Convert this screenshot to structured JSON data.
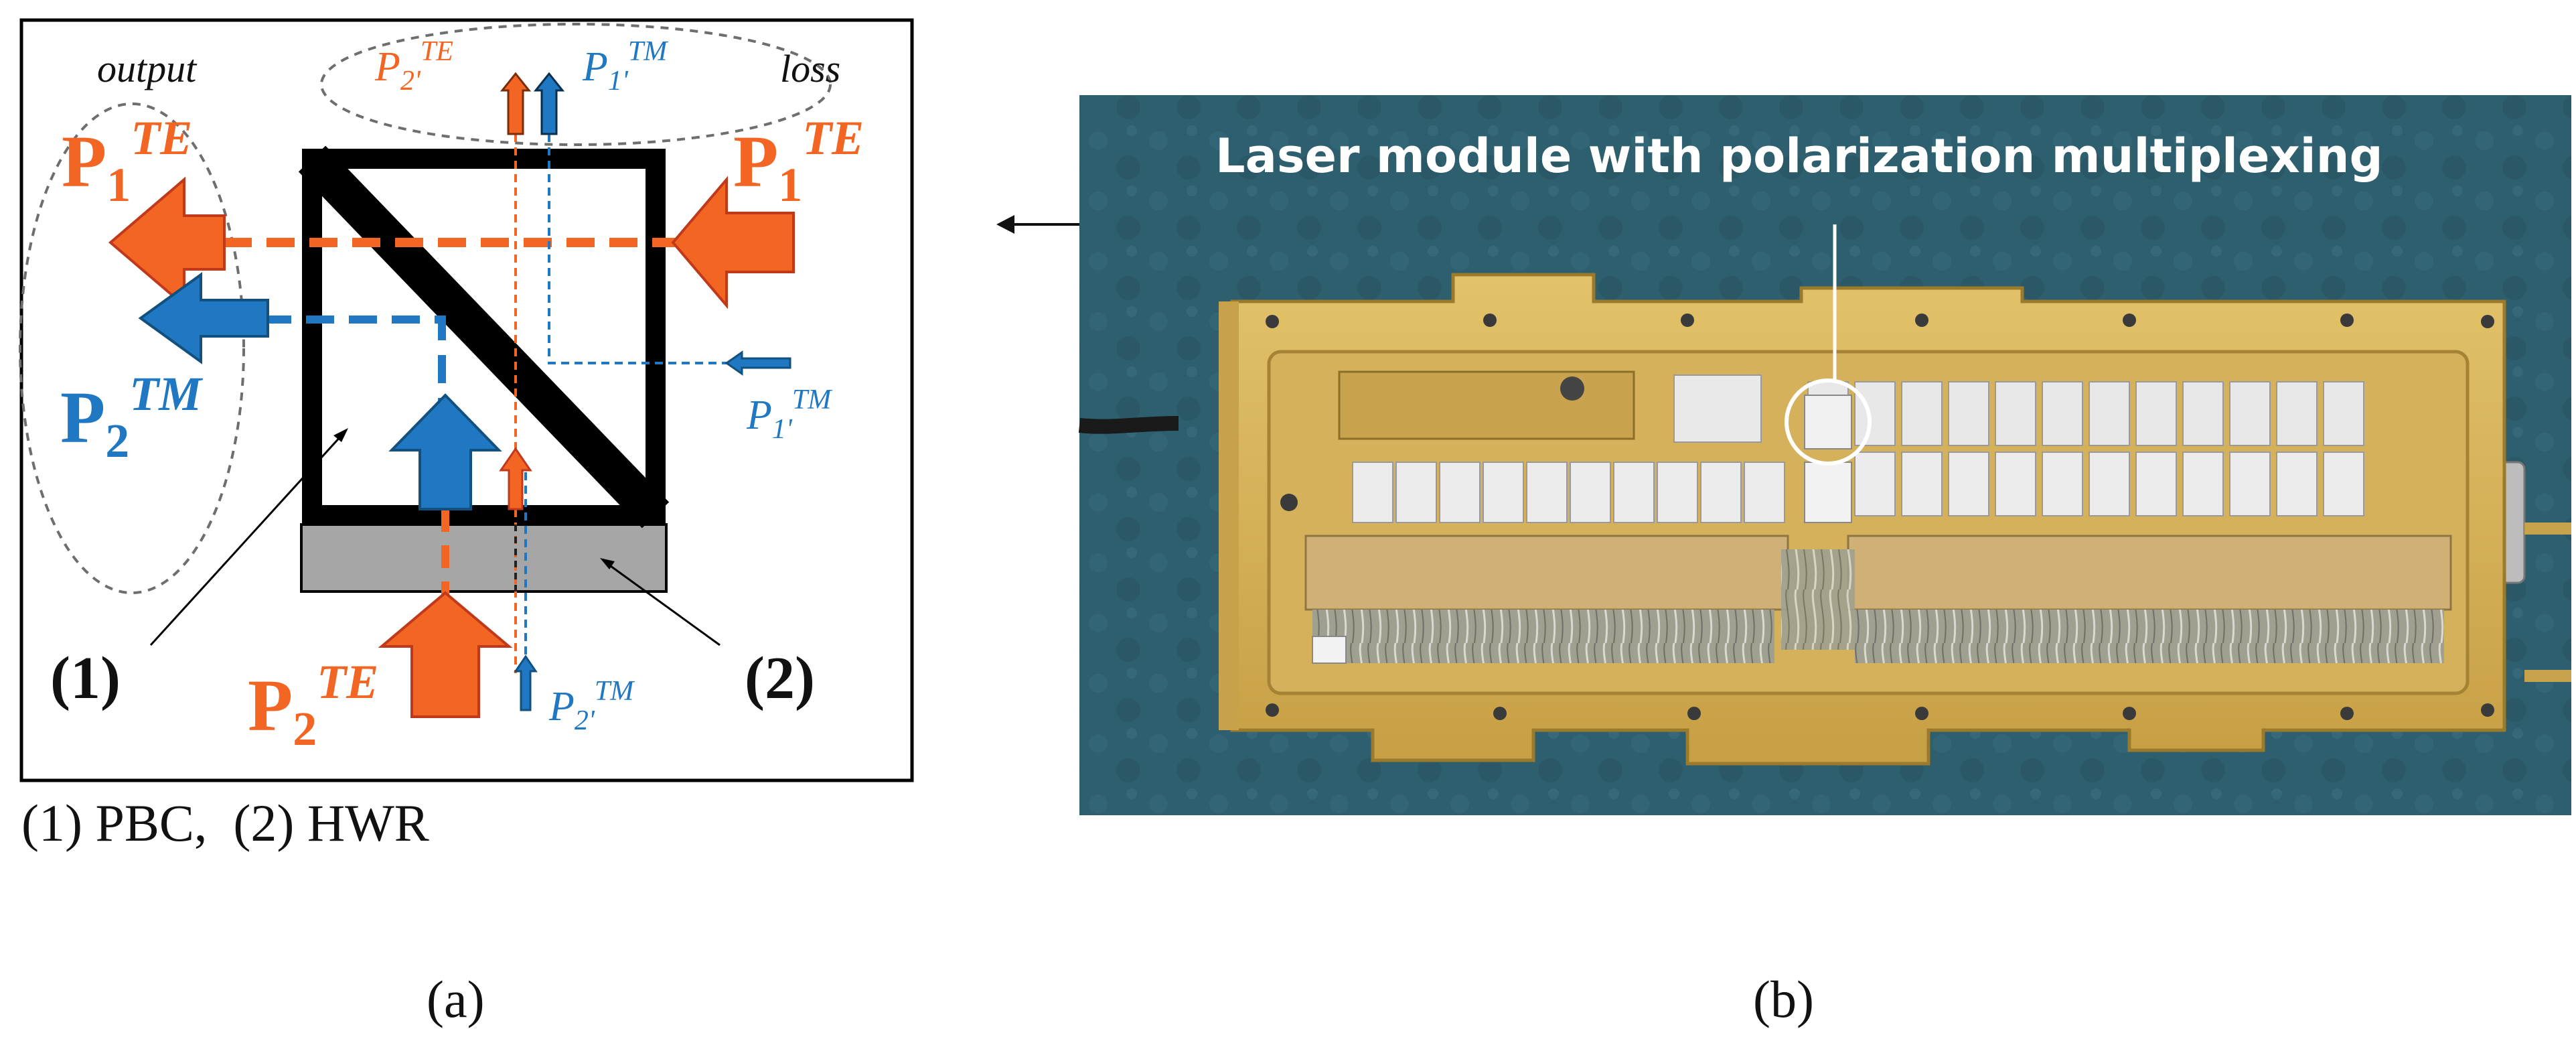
{
  "panel_a": {
    "labels": {
      "output": "output",
      "loss": "loss",
      "p1_te_in": {
        "base": "P",
        "sub": "1",
        "sup": "TE"
      },
      "p1_te_out": {
        "base": "P",
        "sub": "1",
        "sup": "TE"
      },
      "p2_tm_out": {
        "base": "P",
        "sub": "2",
        "sup": "TM"
      },
      "p2_te_in": {
        "base": "P",
        "sub": "2",
        "sup": "TE"
      },
      "p2p_te_loss": {
        "base": "P",
        "sub": "2'",
        "sup": "TE"
      },
      "p1p_tm_loss": {
        "base": "P",
        "sub": "1'",
        "sup": "TM"
      },
      "p1p_tm_in": {
        "base": "P",
        "sub": "1'",
        "sup": "TM"
      },
      "p2p_tm_in": {
        "base": "P",
        "sub": "2'",
        "sup": "TM"
      },
      "marker_1": "(1)",
      "marker_2": "(2)"
    },
    "legend": "(1) PBC,  (2) HWR",
    "caption": "(a)",
    "colors": {
      "te": "#f26522",
      "tm": "#1f78c1",
      "box_border": "#000000",
      "hwr_plate": "#a6a6a6"
    }
  },
  "panel_b": {
    "photo_title": "Laser module with polarization multiplexing",
    "caption": "(b)",
    "colors": {
      "background": "#2e5f6e",
      "housing": "#d8b45a",
      "tec_blocks": "#e8e8e8"
    }
  },
  "connector_arrow": {
    "direction": "left"
  }
}
